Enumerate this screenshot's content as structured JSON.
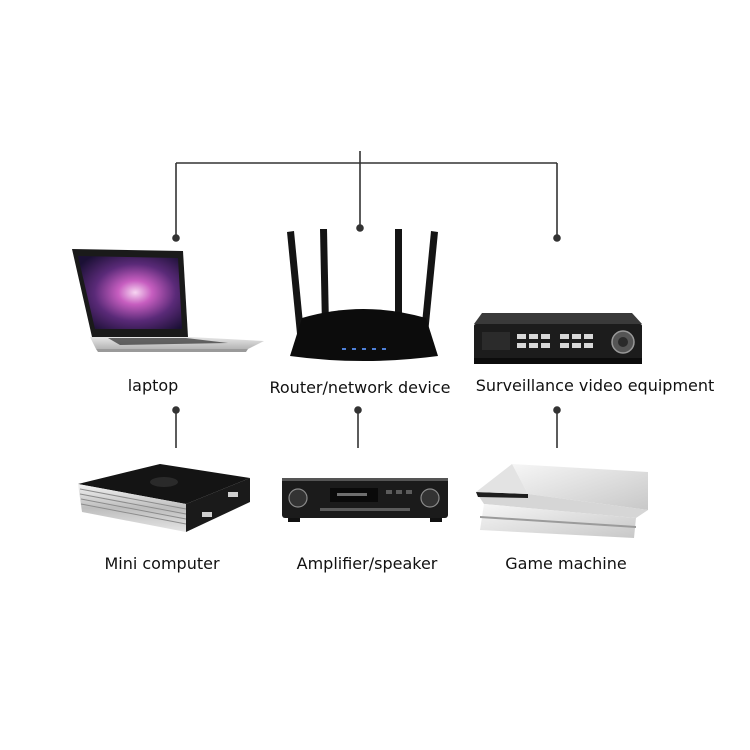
{
  "devices": {
    "laptop": {
      "label": "laptop"
    },
    "router": {
      "label": "Router/network device"
    },
    "dvr": {
      "label": "Surveillance video equipment"
    },
    "mini_pc": {
      "label": "Mini computer"
    },
    "amplifier": {
      "label": "Amplifier/speaker"
    },
    "game": {
      "label": "Game machine"
    }
  },
  "colors": {
    "connector": "#333333",
    "label": "#111111"
  }
}
